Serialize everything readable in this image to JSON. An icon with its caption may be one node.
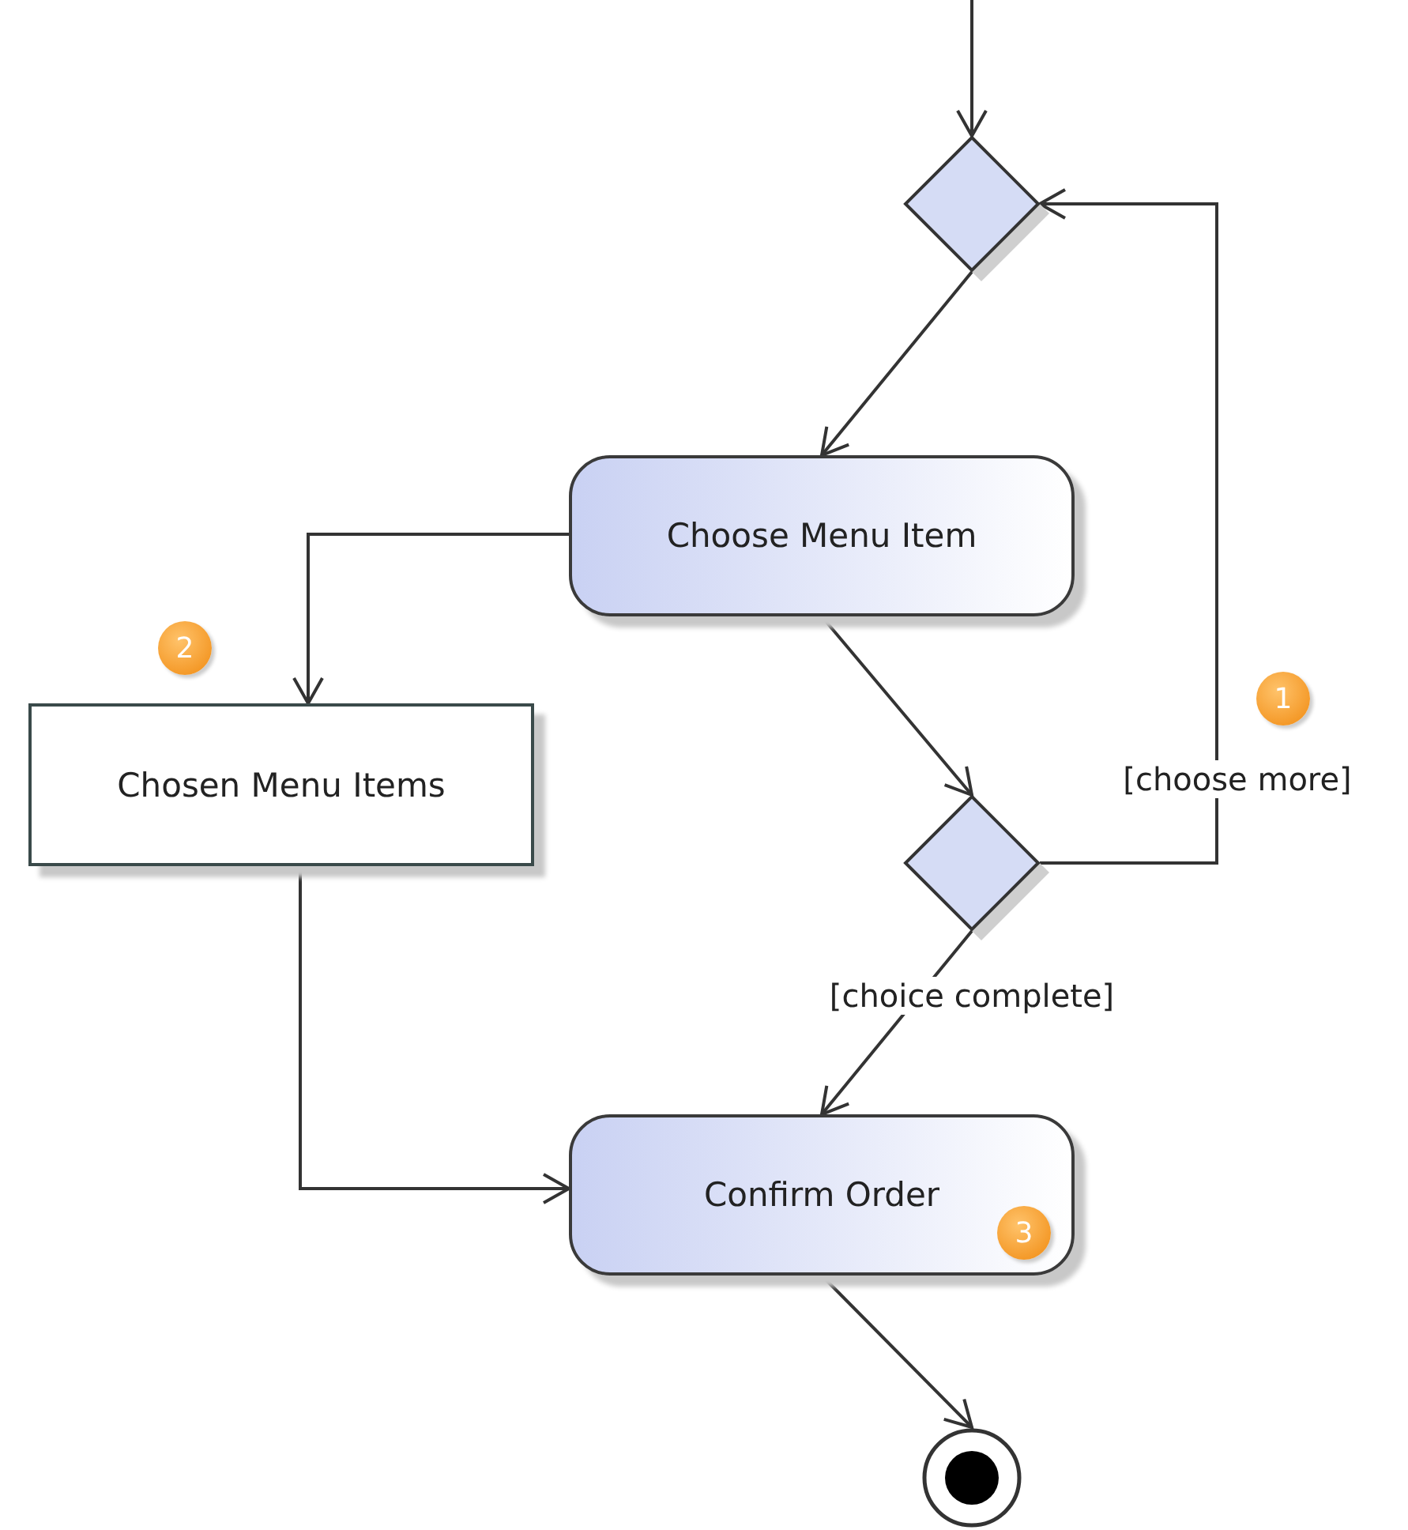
{
  "diagram": {
    "nodes": [
      {
        "text": [],
        "shape": "diamond"
      },
      {
        "text": [
          "Choose Menu Item"
        ]
      },
      {
        "text": [
          "Chosen Menu Items"
        ]
      },
      {
        "text": [],
        "shape": "diamond"
      },
      {
        "text": [
          "Confirm Order"
        ]
      },
      {
        "text": [],
        "shape": "circle"
      }
    ],
    "edges": [
      {
        "from": null,
        "to": 0,
        "arrow": "to"
      },
      {
        "from": 0,
        "to": 1,
        "arrow": "to"
      },
      {
        "from": 1,
        "to": 2,
        "arrow": "to"
      },
      {
        "from": 1,
        "to": 3,
        "arrow": "to"
      },
      {
        "from": 3,
        "to": 0,
        "arrow": "to",
        "label": "[choose more]"
      },
      {
        "from": 3,
        "to": 4,
        "arrow": "to",
        "label": "[choice complete]"
      },
      {
        "from": 2,
        "to": 4,
        "arrow": "to"
      },
      {
        "from": 4,
        "to": 5,
        "arrow": "to"
      }
    ],
    "labels": [
      "2",
      "1",
      "3"
    ]
  }
}
